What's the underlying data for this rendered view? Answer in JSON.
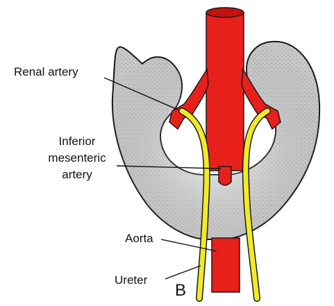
{
  "labels": {
    "renal_artery": "Renal artery",
    "inferior_mesenteric_line1": "Inferior",
    "inferior_mesenteric_line2": "mesenteric",
    "inferior_mesenteric_line3": "artery",
    "aorta": "Aorta",
    "ureter": "Ureter"
  },
  "panel_letter": "B",
  "colors": {
    "artery": "#e8201c",
    "ureter": "#f2ea27",
    "kidney_fill": "#f3f3f3",
    "outline": "#1a1a1a"
  }
}
